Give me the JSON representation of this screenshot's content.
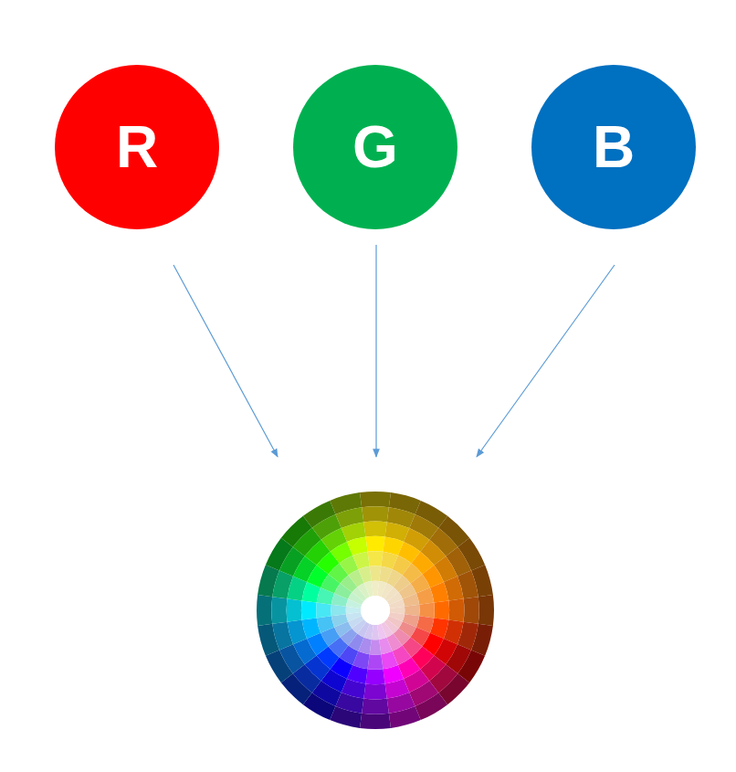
{
  "diagram": {
    "nodes": [
      {
        "text": [
          "R"
        ]
      },
      {
        "text": [
          "G"
        ]
      },
      {
        "text": [
          "B"
        ]
      }
    ]
  }
}
